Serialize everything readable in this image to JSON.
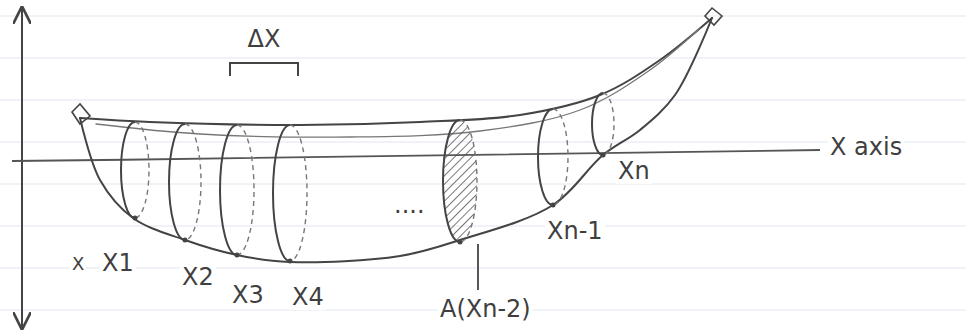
{
  "diagram": {
    "labels": [
      "ΔX",
      "X axis",
      "X",
      "X1",
      "X2",
      "X3",
      "X4",
      "....",
      "A(Xn-2)",
      "Xn-1",
      "Xn"
    ]
  }
}
